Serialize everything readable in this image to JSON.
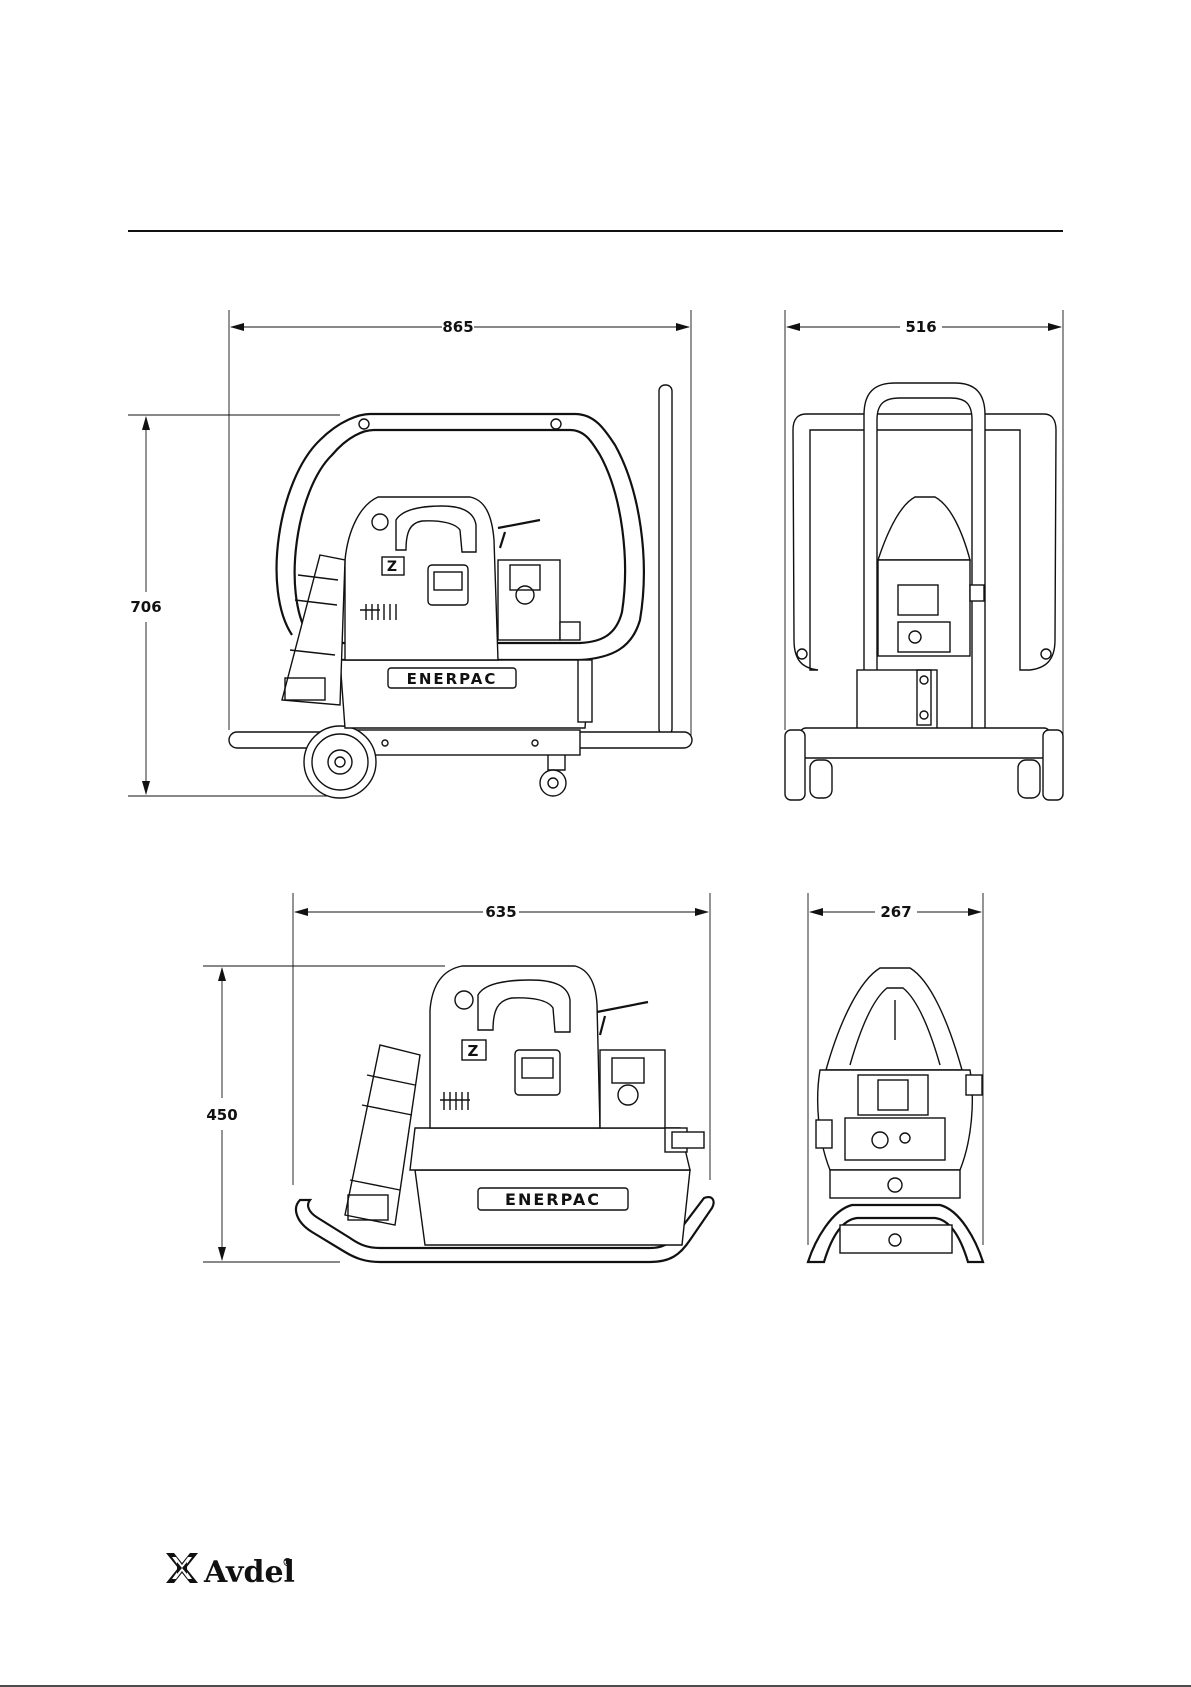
{
  "dimensions": {
    "cart_side_length": "865",
    "cart_height": "706",
    "cart_front_width": "516",
    "frame_side_length": "635",
    "frame_height": "450",
    "frame_front_width": "267"
  },
  "emblem": {
    "cart_side": "ENERPAC",
    "frame_side": "ENERPAC",
    "model_badge": "Z"
  },
  "footer": {
    "brand": "Avdel",
    "registered_mark": "®"
  }
}
